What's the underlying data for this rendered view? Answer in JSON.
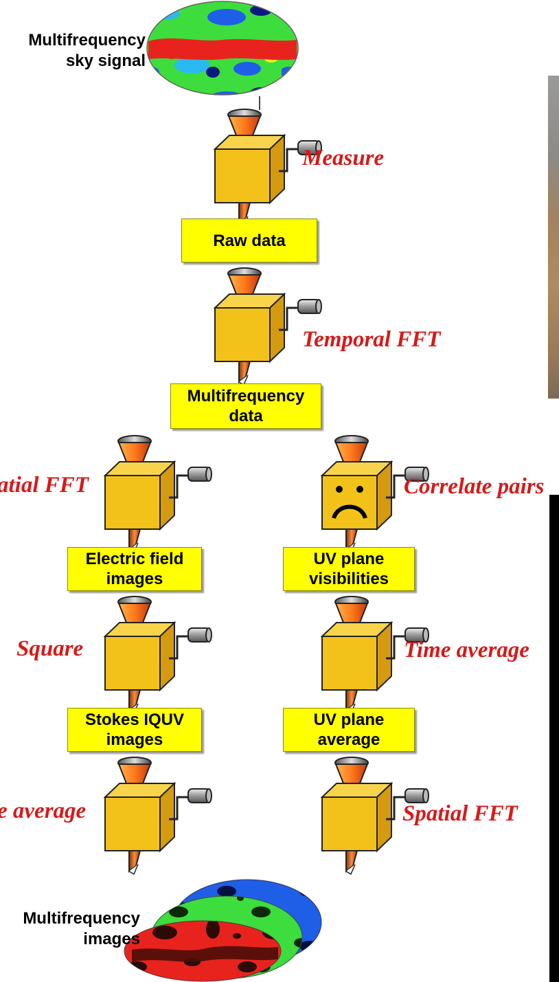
{
  "top": {
    "caption": "Multifrequency\nsky signal"
  },
  "boxes": {
    "raw": "Raw data",
    "multifreq": "Multifrequency\ndata",
    "efield": "Electric field\nimages",
    "uvvis": "UV plane\nvisibilities",
    "stokes": "Stokes IQUV\nimages",
    "uvavg": "UV plane\naverage"
  },
  "steps": {
    "measure": "Measure",
    "temporal_fft": "Temporal FFT",
    "spatial_fft_left": "atial FFT",
    "correlate": "Correlate pairs",
    "square": "Square",
    "time_average": "Time average",
    "time_average_left": "e average",
    "spatial_fft_right": "Spatial FFT"
  },
  "bottom": {
    "caption": "Multifrequency\nimages"
  },
  "colors": {
    "box_fill": "#ffff00",
    "step_label": "#d61a1a",
    "machine_body": "#f2c21a",
    "map_red": "#e8231d",
    "map_green": "#3ddd3d",
    "map_blue": "#1f5fe8"
  }
}
